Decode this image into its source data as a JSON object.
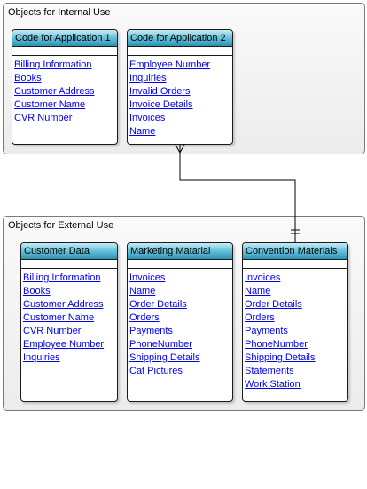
{
  "groups": {
    "internal": {
      "title": "Objects for Internal Use",
      "entities": [
        {
          "title": "Code for Application 1",
          "fields": [
            "Billing Information",
            "Books",
            "Customer Address",
            "Customer Name",
            "CVR Number"
          ]
        },
        {
          "title": "Code for Application 2",
          "fields": [
            "Employee Number",
            "Inquiries",
            "Invalid Orders",
            "Invoice Details",
            "Invoices",
            "Name"
          ]
        }
      ]
    },
    "external": {
      "title": "Objects for External Use",
      "entities": [
        {
          "title": "Customer Data",
          "fields": [
            "Billing Information",
            "Books",
            "Customer Address",
            "Customer Name",
            "CVR Number",
            "Employee Number",
            "Inquiries"
          ]
        },
        {
          "title": "Marketing Matarial",
          "fields": [
            "Invoices",
            "Name",
            "Order Details",
            "Orders",
            "Payments",
            "PhoneNumber",
            "Shipping Details",
            "Cat Pictures"
          ]
        },
        {
          "title": "Convention Materials",
          "fields": [
            "Invoices",
            "Name",
            "Order Details",
            "Orders",
            "Payments",
            "PhoneNumber",
            "Shipping Details",
            "Statements",
            "Work Station"
          ]
        }
      ]
    }
  },
  "relationship": {
    "from_end": "many",
    "to_end": "one-and-only-one"
  },
  "colors": {
    "header_top": "#c8ecf6",
    "header_bottom": "#2a93b4",
    "link": "#0000ee",
    "group_border": "#7a7a7a"
  }
}
